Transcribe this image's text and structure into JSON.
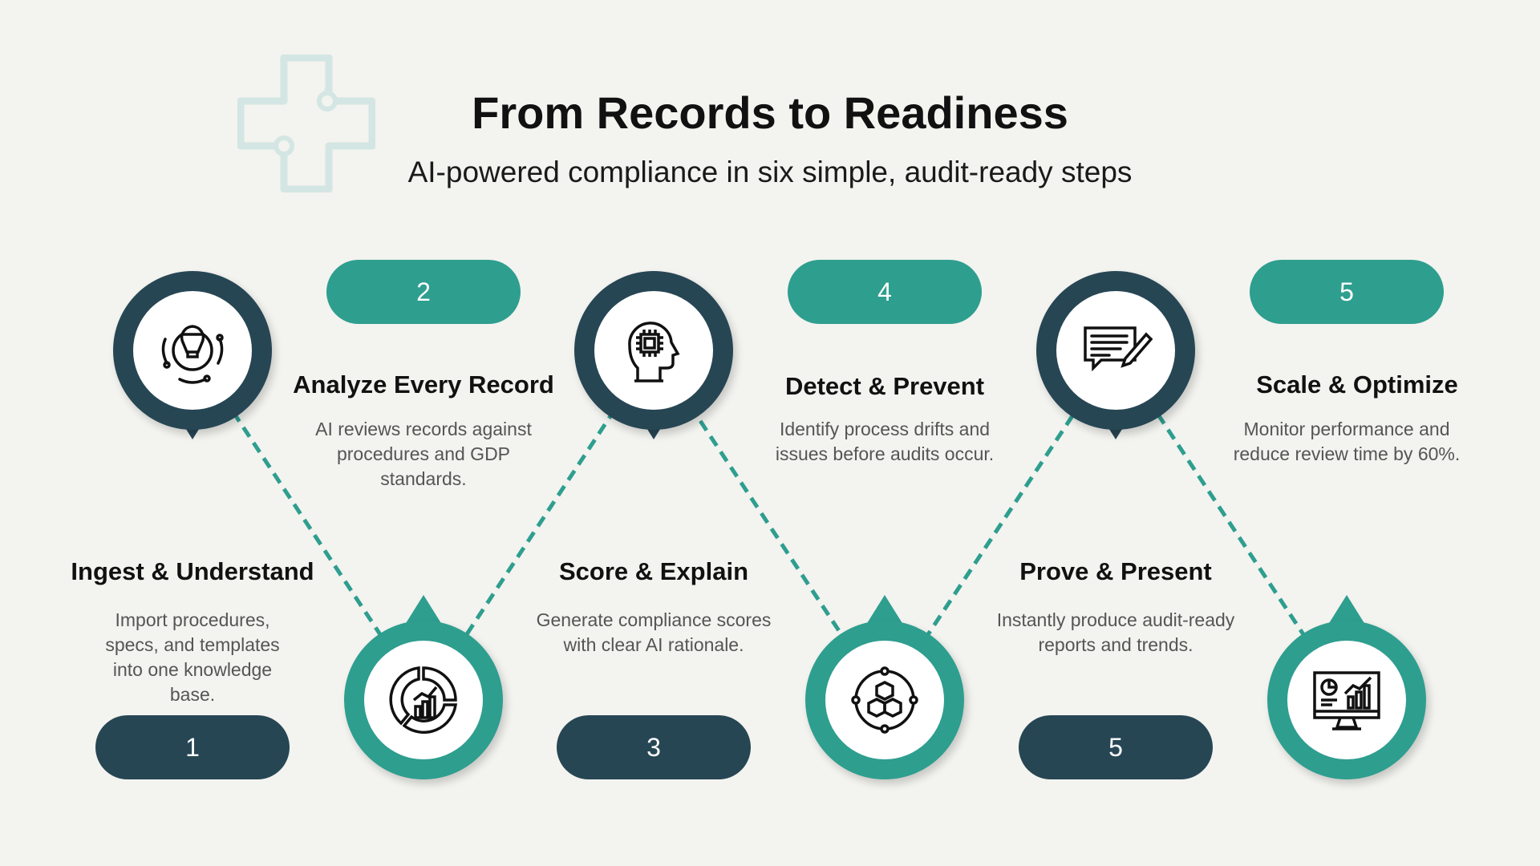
{
  "header": {
    "title": "From Records to Readiness",
    "subtitle": "AI-powered compliance in six simple, audit-ready steps"
  },
  "colors": {
    "teal": "#2e9e8f",
    "dark": "#274654",
    "background": "#f3f3ef"
  },
  "steps": [
    {
      "badge": "1",
      "title": "Ingest & Understand",
      "description": "Import procedures, specs, and templates into one knowledge base.",
      "icon": "lightbulb-gear-icon"
    },
    {
      "badge": "2",
      "title": "Analyze Every Record",
      "description": "AI reviews records against procedures and GDP standards.",
      "icon": "analytics-donut-chart-icon"
    },
    {
      "badge": "3",
      "title": "Score & Explain",
      "description": "Generate compliance scores with clear AI rationale.",
      "icon": "ai-head-chip-icon"
    },
    {
      "badge": "4",
      "title": "Detect & Prevent",
      "description": "Identify process drifts and issues before audits occur.",
      "icon": "cubes-network-icon"
    },
    {
      "badge": "5",
      "title": "Prove & Present",
      "description": "Instantly produce audit-ready reports and trends.",
      "icon": "report-pen-icon"
    },
    {
      "badge": "5",
      "title": "Scale & Optimize",
      "description": "Monitor performance and reduce review time by 60%.",
      "icon": "monitor-dashboard-icon"
    }
  ]
}
